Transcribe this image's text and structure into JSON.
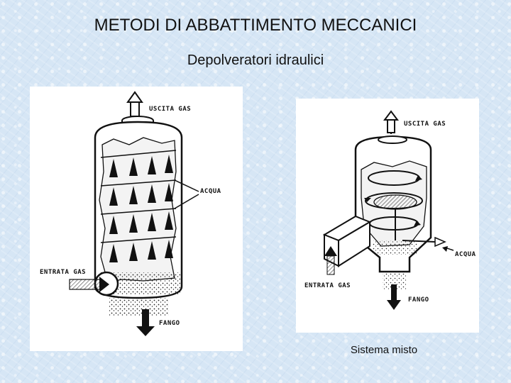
{
  "slide": {
    "title": "METODI DI ABBATTIMENTO MECCANICI",
    "subtitle": "Depolveratori idraulici"
  },
  "diagram_left": {
    "labels": {
      "outlet": "USCITA GAS",
      "water": "ACQUA",
      "inlet": "ENTRATA GAS",
      "sludge": "FANGO"
    }
  },
  "diagram_right": {
    "labels": {
      "outlet": "USCITA GAS",
      "water": "ACQUA",
      "inlet": "ENTRATA GAS",
      "sludge": "FANGO"
    },
    "caption": "Sistema misto"
  }
}
